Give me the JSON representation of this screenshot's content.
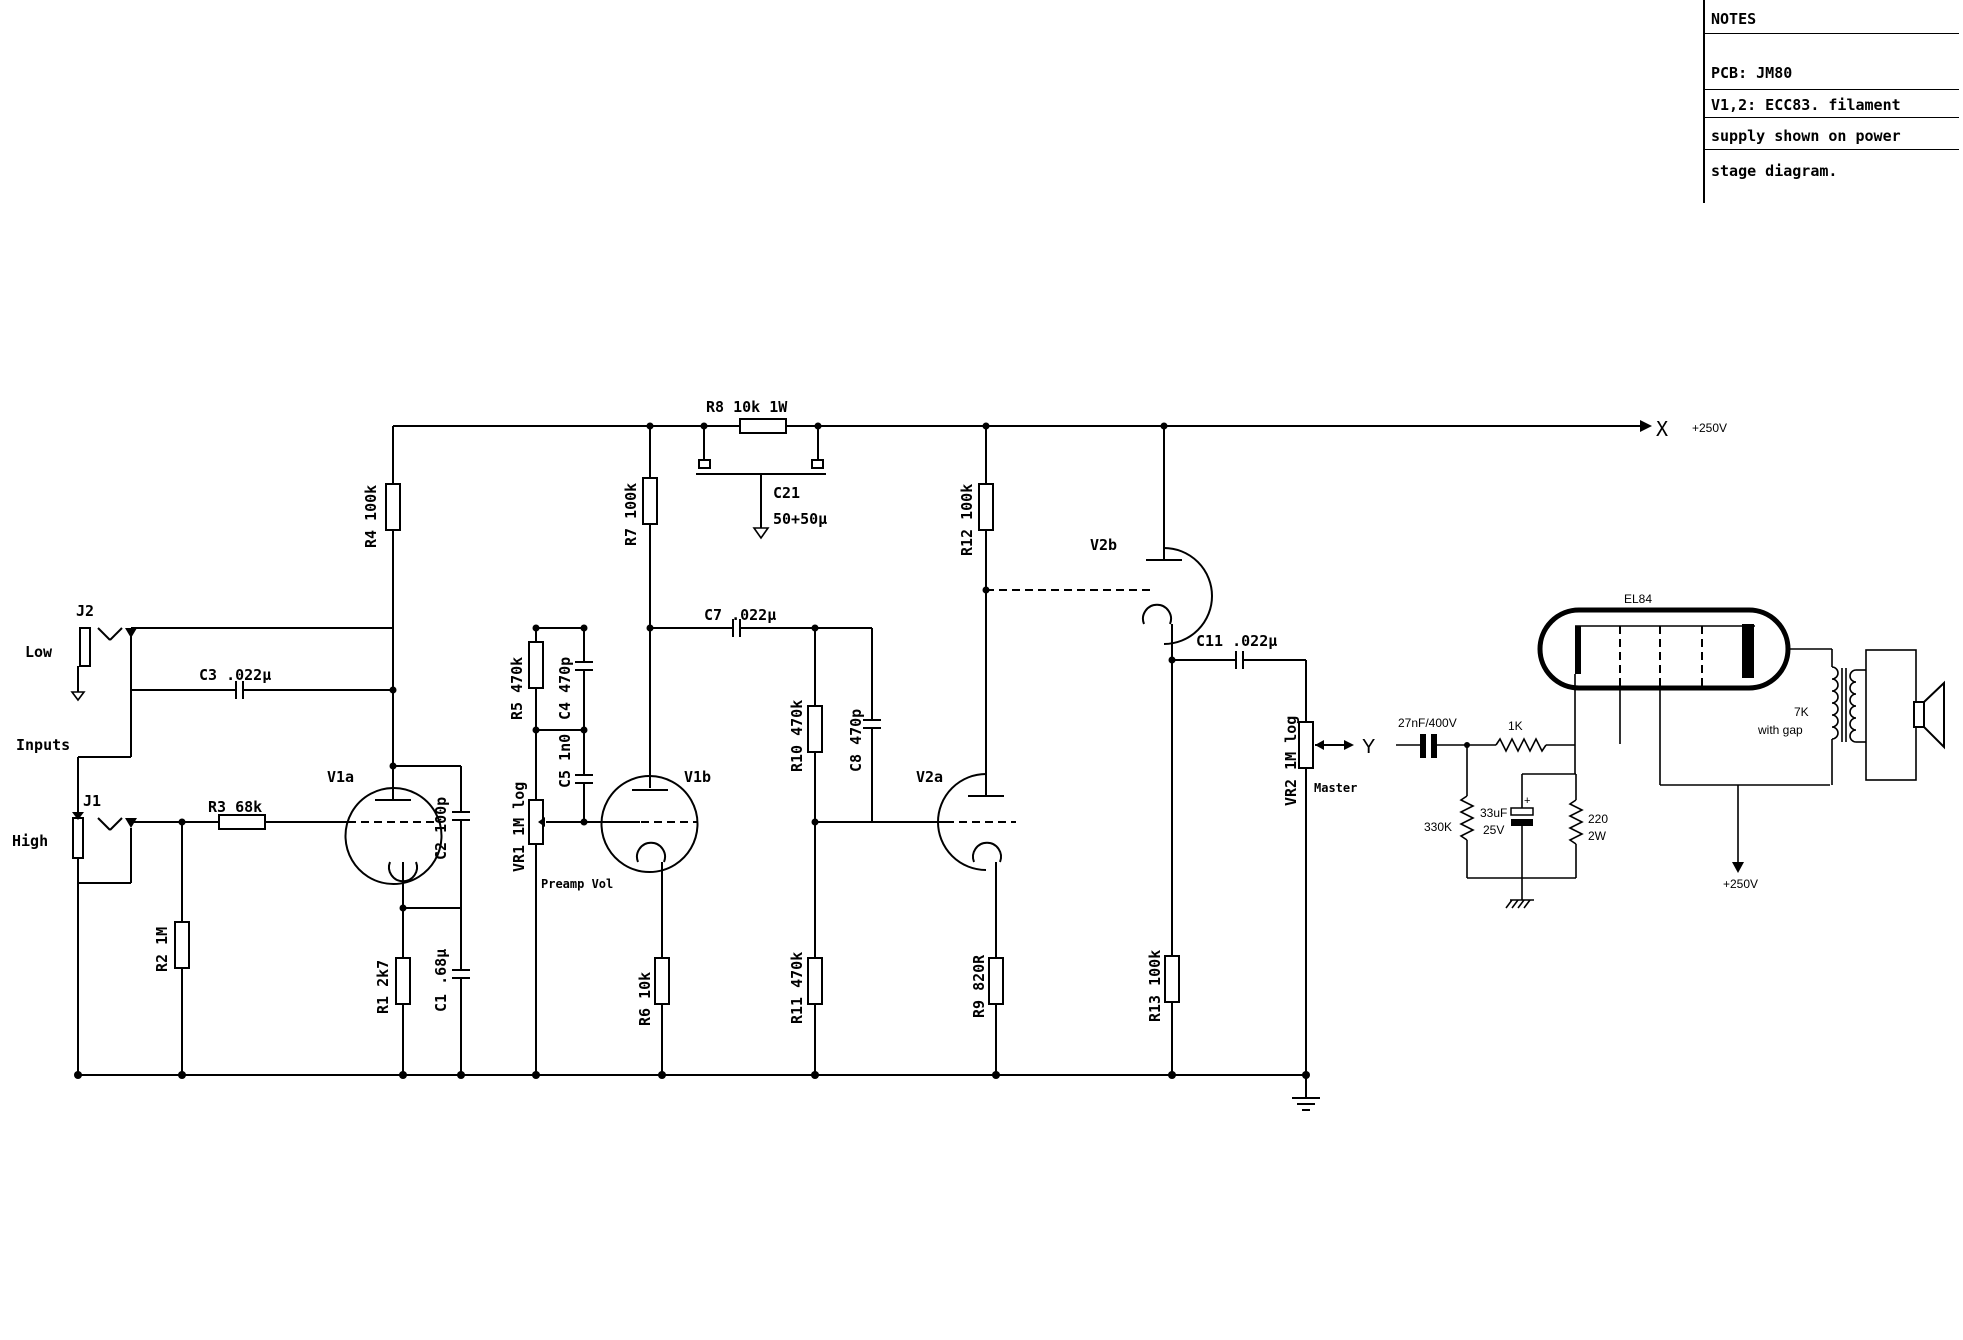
{
  "notes": {
    "header": "NOTES",
    "pcb": "PCB: JM80",
    "line1": "V1,2: ECC83. filament",
    "line2": "supply shown on power",
    "line3": "stage diagram."
  },
  "labels": {
    "supply_x": "X",
    "supply_v": "+250V",
    "r8": "R8 10k 1W",
    "c21a": "C21",
    "c21b": "50+50µ",
    "r4": "R4 100k",
    "r7": "R7 100k",
    "r12": "R12 100k",
    "v2b": "V2b",
    "c7": "C7 .022µ",
    "c11": "C11 .022µ",
    "j2": "J2",
    "low": "Low",
    "c3": "C3 .022µ",
    "inputs": "Inputs",
    "j1": "J1",
    "high": "High",
    "r3": "R3 68k",
    "v1a": "V1a",
    "c2": "C2 100p",
    "r2": "R2 1M",
    "r1": "R1 2k7",
    "c1": "C1 .68µ",
    "r5": "R5 470k",
    "c4": "C4 470p",
    "c5": "C5 1n0",
    "vr1": "VR1 1M log",
    "preamp": "Preamp Vol",
    "v1b": "V1b",
    "r6": "R6 10k",
    "r10": "R10 470k",
    "c8": "C8 470p",
    "r11": "R11 470k",
    "v2a": "V2a",
    "r9": "R9 820R",
    "r13": "R13 100k",
    "vr2": "VR2 1M log",
    "master": "Master",
    "y": "Y",
    "el84": "EL84",
    "cap27": "27nF/400V",
    "r1k": "1K",
    "r330": "330K",
    "c33a": "33uF",
    "c33b": "25V",
    "r220a": "220",
    "r220b": "2W",
    "out250": "+250V",
    "xf1": "7K",
    "xf2": "with gap",
    "plus": "+"
  }
}
